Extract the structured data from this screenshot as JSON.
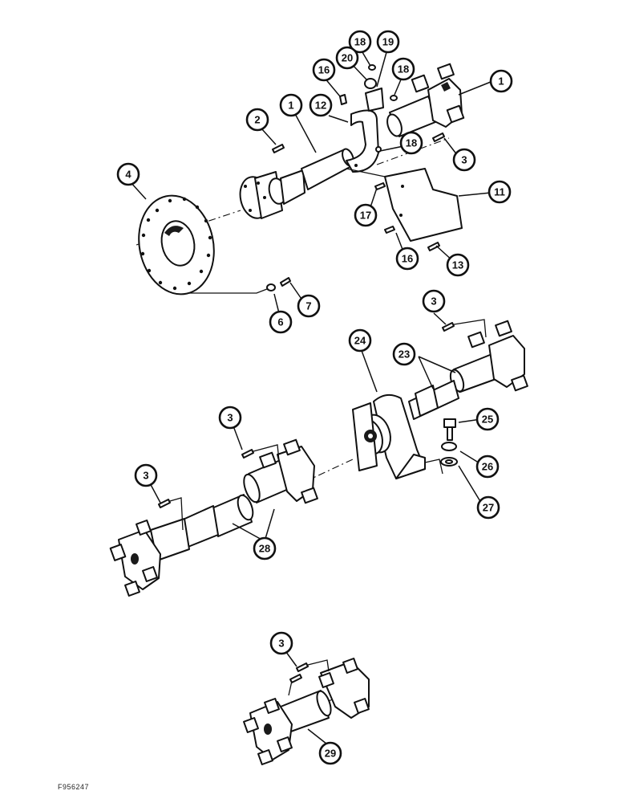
{
  "figure_id": "F956247",
  "callouts": [
    {
      "id": "c1a",
      "label": "1"
    },
    {
      "id": "c1b",
      "label": "1"
    },
    {
      "id": "c2",
      "label": "2"
    },
    {
      "id": "c3a",
      "label": "3"
    },
    {
      "id": "c3b",
      "label": "3"
    },
    {
      "id": "c3c",
      "label": "3"
    },
    {
      "id": "c3d",
      "label": "3"
    },
    {
      "id": "c3e",
      "label": "3"
    },
    {
      "id": "c4",
      "label": "4"
    },
    {
      "id": "c6",
      "label": "6"
    },
    {
      "id": "c7",
      "label": "7"
    },
    {
      "id": "c11",
      "label": "11"
    },
    {
      "id": "c12",
      "label": "12"
    },
    {
      "id": "c13",
      "label": "13"
    },
    {
      "id": "c16a",
      "label": "16"
    },
    {
      "id": "c16b",
      "label": "16"
    },
    {
      "id": "c17",
      "label": "17"
    },
    {
      "id": "c18a",
      "label": "18"
    },
    {
      "id": "c18b",
      "label": "18"
    },
    {
      "id": "c18c",
      "label": "18"
    },
    {
      "id": "c19",
      "label": "19"
    },
    {
      "id": "c20",
      "label": "20"
    },
    {
      "id": "c23",
      "label": "23"
    },
    {
      "id": "c24",
      "label": "24"
    },
    {
      "id": "c25",
      "label": "25"
    },
    {
      "id": "c26",
      "label": "26"
    },
    {
      "id": "c27",
      "label": "27"
    },
    {
      "id": "c28",
      "label": "28"
    },
    {
      "id": "c29",
      "label": "29"
    }
  ]
}
